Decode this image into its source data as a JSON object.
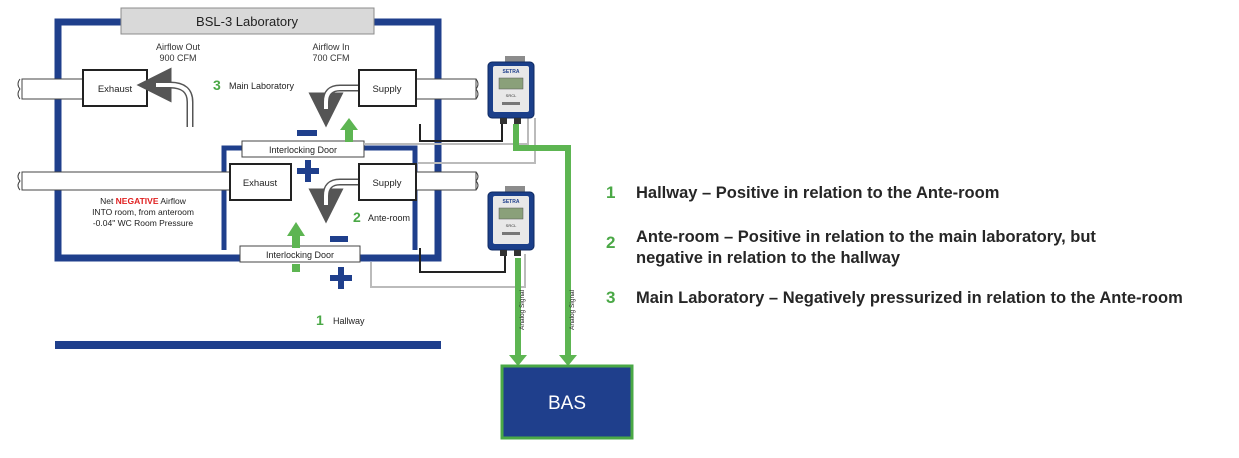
{
  "title": "BSL-3 Laboratory",
  "labels": {
    "airflow_out": [
      "Airflow Out",
      "900 CFM"
    ],
    "airflow_in": [
      "Airflow In",
      "700 CFM"
    ],
    "main_lab": "Main Laboratory",
    "ante_room": "Ante-room",
    "hallway": "Hallway",
    "exhaust": "Exhaust",
    "supply": "Supply",
    "interlocking_door": "Interlocking Door",
    "net_prefix": "Net ",
    "net_negative": "NEGATIVE",
    "net_suffix": " Airflow",
    "net_line2": "INTO room, from anteroom",
    "net_line3": "-0.04\" WC Room Pressure",
    "analog_signal": "Analog Signal",
    "bas": "BAS",
    "sensor_brand": "SETRA",
    "sensor_model": "SRCL"
  },
  "zone_numbers": {
    "main": "3",
    "ante": "2",
    "hall": "1"
  },
  "legend": [
    {
      "num": "1",
      "lines": [
        "Hallway – Positive in relation to the Ante-room"
      ]
    },
    {
      "num": "2",
      "lines": [
        "Ante-room – Positive in relation to the main laboratory, but",
        "negative in relation to the hallway"
      ]
    },
    {
      "num": "3",
      "lines": [
        "Main Laboratory – Negatively pressurized in relation to the Ante-room"
      ]
    }
  ],
  "colors": {
    "wall": "#1f3f8c",
    "green": "#5db552",
    "bas_fill": "#1f3f8c",
    "bas_border": "#4aa846",
    "negative_red": "#e02020"
  }
}
